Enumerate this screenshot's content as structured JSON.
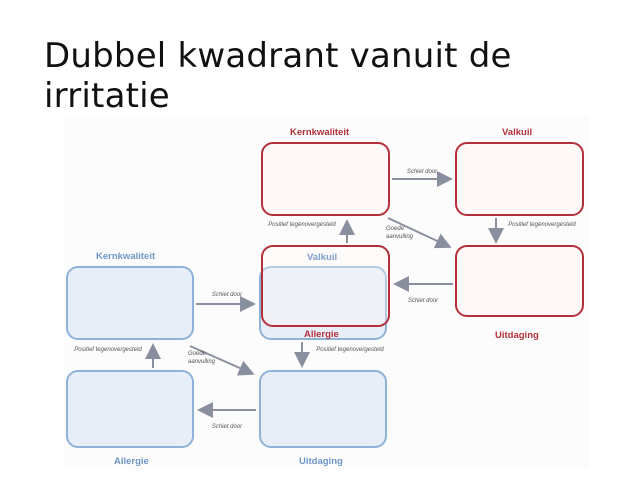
{
  "title": "Dubbel kwadrant vanuit de irritatie",
  "red_quadrant": {
    "top_left_label": "Kernkwaliteit",
    "top_right_label": "Valkuil",
    "middle_left_label": "Valkuil",
    "middle_left_bottom_label": "Allergie",
    "bottom_right_label": "Uitdaging",
    "arrow_top": "Schiet door",
    "arrow_bottom": "Schiet door",
    "left_up": "Positief tegenovergesteld",
    "right_down": "Positief tegenovergesteld",
    "diagonal": "Goede aanvulling"
  },
  "blue_quadrant": {
    "top_left_label": "Kernkwaliteit",
    "bottom_left_label": "Allergie",
    "bottom_right_label": "Uitdaging",
    "arrow_top": "Schiet door",
    "arrow_bottom": "Schiet door",
    "left_up": "Positief tegenovergesteld",
    "right_down": "Positief tegenovergesteld",
    "diagonal": "Goede aanvulling"
  },
  "colors": {
    "red": "#b3303a",
    "blue": "#8fb2d9",
    "arrow": "#8a8fa0"
  }
}
